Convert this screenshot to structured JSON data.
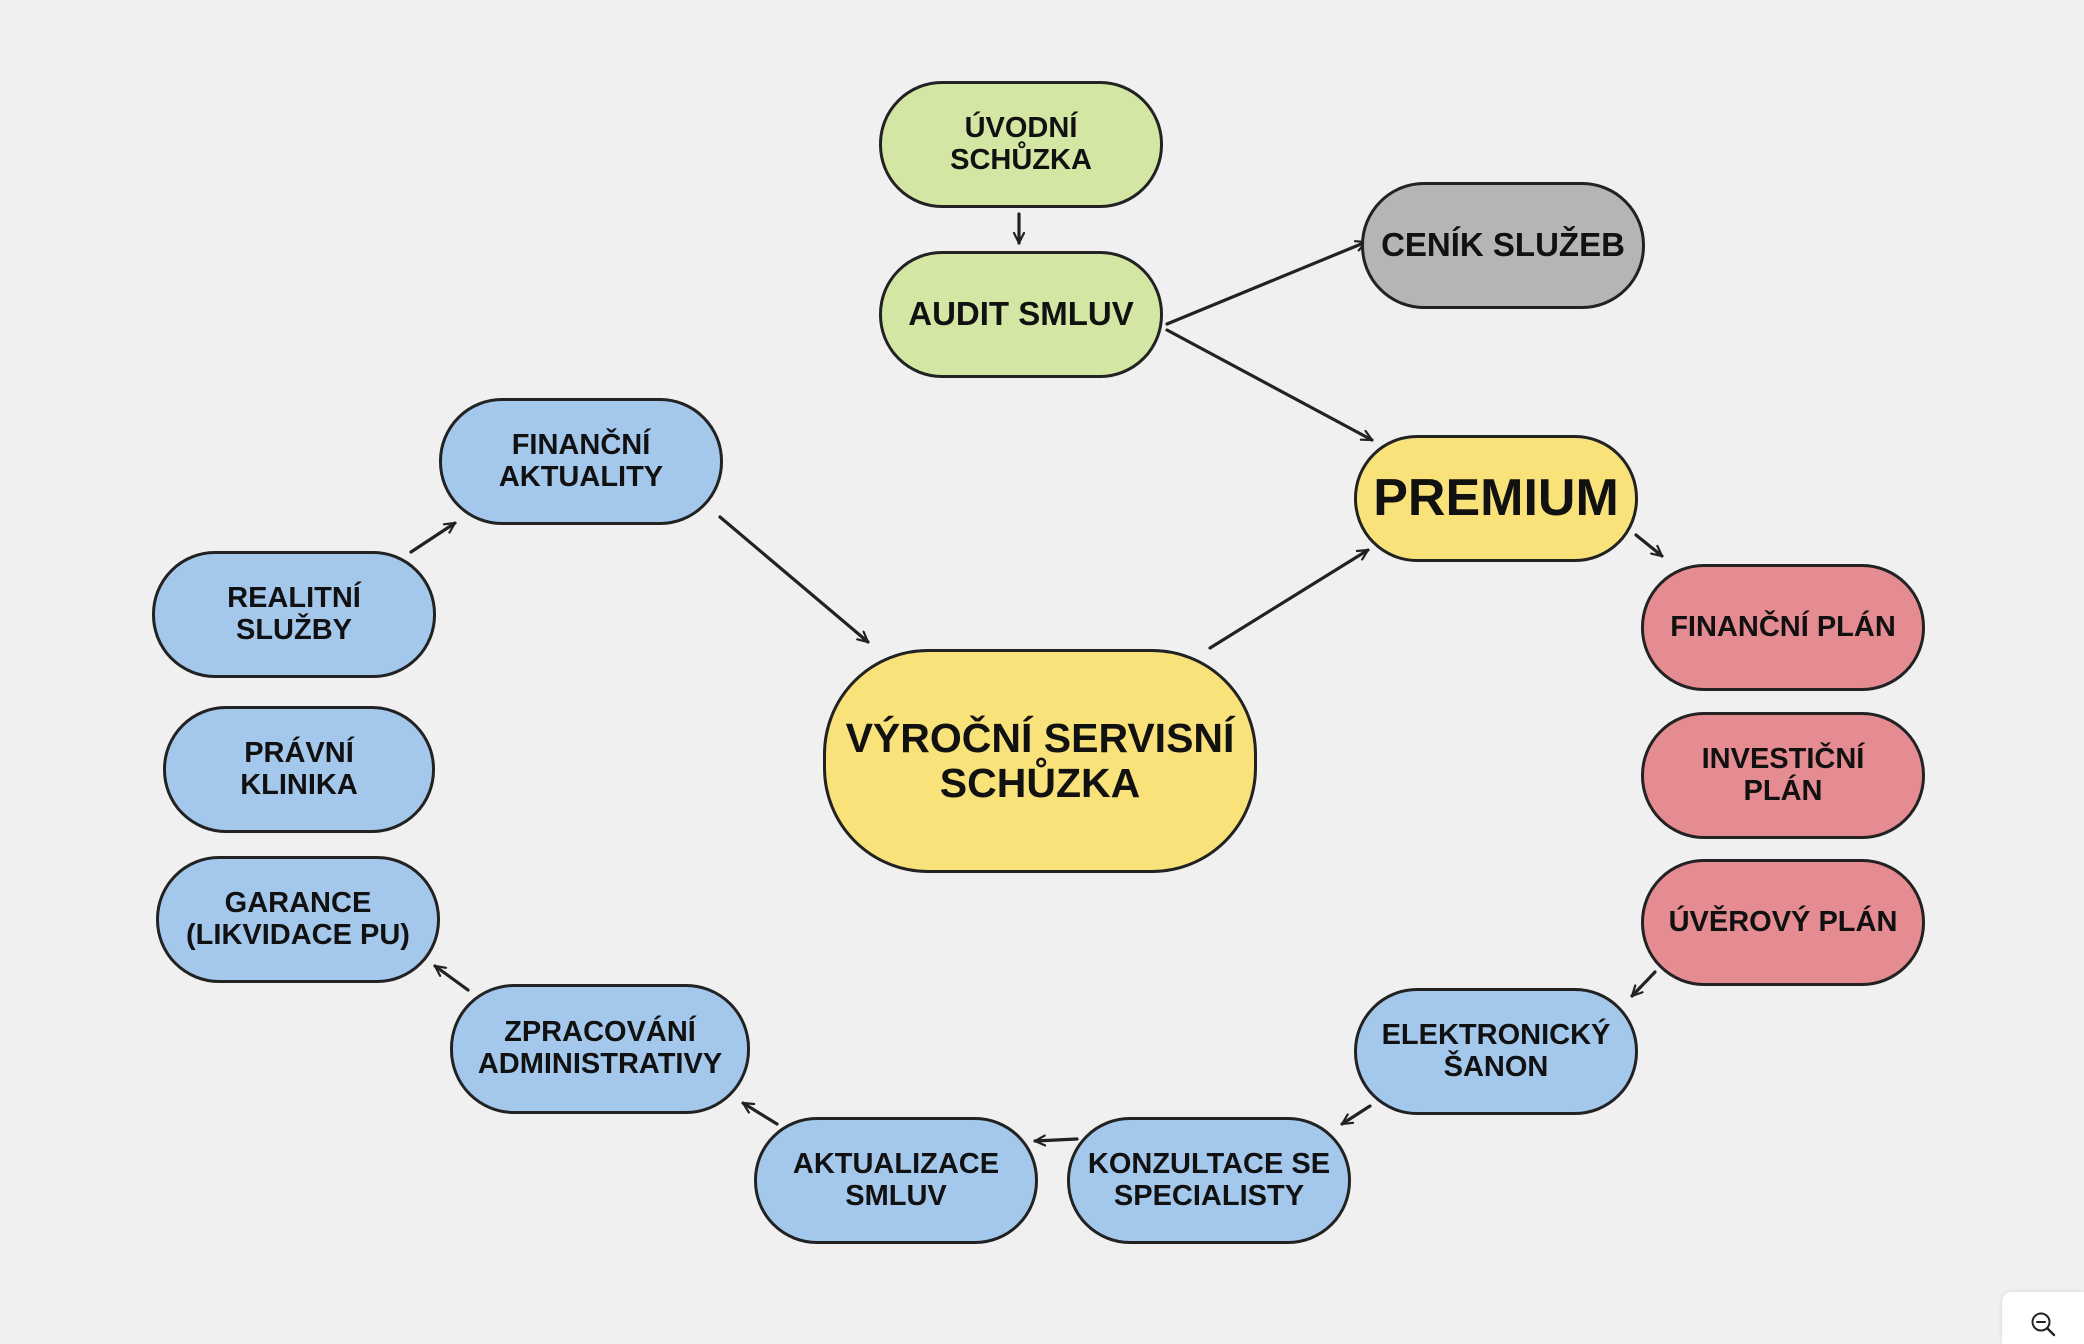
{
  "nodes": {
    "uvodni": "ÚVODNÍ\nSCHŮZKA",
    "audit": "AUDIT SMLUV",
    "cenik": "CENÍK SLUŽEB",
    "premium": "PREMIUM",
    "vyrocni": "VÝROČNÍ SERVISNÍ\nSCHŮZKA",
    "fin_aktuality": "FINANČNÍ\nAKTUALITY",
    "realitni": "REALITNÍ\nSLUŽBY",
    "pravni": "PRÁVNÍ\nKLINIKA",
    "garance": "GARANCE\n(LIKVIDACE PU)",
    "zpracovani": "ZPRACOVÁNÍ\nADMINISTRATIVY",
    "aktualizace": "AKTUALIZACE\nSMLUV",
    "konzultace": "KONZULTACE SE\nSPECIALISTY",
    "elektronicky": "ELEKTRONICKÝ\nŠANON",
    "uverovy": "ÚVĚROVÝ PLÁN",
    "investicni": "INVESTIČNÍ\nPLÁN",
    "financni_plan": "FINANČNÍ PLÁN"
  },
  "colors": {
    "green": "#d3e6a3",
    "gray": "#b5b5b5",
    "yellow": "#f9e27a",
    "red": "#e58c92",
    "blue": "#a4c7ec",
    "stroke": "#222222"
  },
  "edges": [
    [
      "uvodni",
      "audit"
    ],
    [
      "audit",
      "cenik"
    ],
    [
      "audit",
      "premium"
    ],
    [
      "premium",
      "financni_plan"
    ],
    [
      "uverovy",
      "elektronicky"
    ],
    [
      "elektronicky",
      "konzultace"
    ],
    [
      "konzultace",
      "aktualizace"
    ],
    [
      "aktualizace",
      "zpracovani"
    ],
    [
      "zpracovani",
      "garance"
    ],
    [
      "realitni",
      "fin_aktuality"
    ],
    [
      "fin_aktuality",
      "vyrocni"
    ],
    [
      "vyrocni",
      "premium"
    ]
  ],
  "controls": {
    "zoom_icon": "zoom-out-icon"
  }
}
